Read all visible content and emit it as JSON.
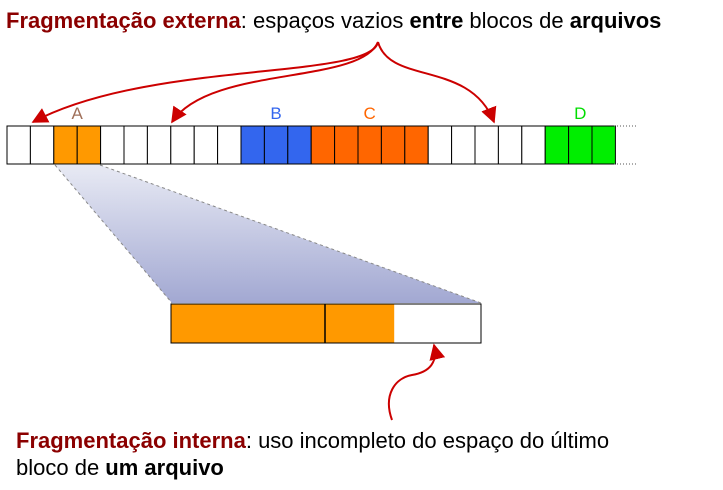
{
  "top_caption": {
    "term": "Fragmentação externa",
    "text_1": ": espaços vazios ",
    "bold_1": "entre",
    "text_2": " blocos de ",
    "bold_2": "arquivos"
  },
  "bottom_caption": {
    "term": "Fragmentação interna",
    "text_1": ": uso incompleto do espaço do último",
    "text_2": "bloco de ",
    "bold_1": "um arquivo"
  },
  "files": [
    {
      "label": "A",
      "color": "#ff9900",
      "label_color": "#a0705a"
    },
    {
      "label": "B",
      "color": "#3366ee",
      "label_color": "#3366ee"
    },
    {
      "label": "C",
      "color": "#ff6600",
      "label_color": "#ff6600"
    },
    {
      "label": "D",
      "color": "#00ee00",
      "label_color": "#00dd00"
    }
  ],
  "block_strip": {
    "block_count": 26,
    "file_of_block": [
      "",
      "",
      "A",
      "A",
      "",
      "",
      "",
      "",
      "",
      "",
      "B",
      "B",
      "B",
      "C",
      "C",
      "C",
      "C",
      "C",
      "",
      "",
      "",
      "",
      "",
      "D",
      "D",
      "D"
    ]
  },
  "zoom": {
    "used_color": "#ff9900",
    "used_fraction": 0.72,
    "full_blocks_used": 1
  },
  "colors": {
    "accent_red": "#cc0000",
    "term_red": "#8b0000"
  }
}
